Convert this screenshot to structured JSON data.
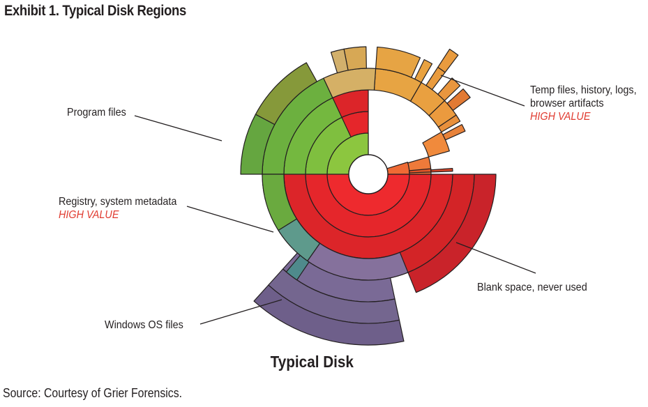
{
  "exhibit_title": "Exhibit 1. Typical Disk Regions",
  "chart_title": "Typical Disk",
  "source": "Source: Courtesy of Grier Forensics.",
  "labels": {
    "program_files": "Program files",
    "temp_line1": "Temp files, history, logs,",
    "temp_line2": "browser artifacts",
    "temp_value": "HIGH VALUE",
    "registry_line1": "Registry, system metadata",
    "registry_value": "HIGH VALUE",
    "blank_space": "Blank space, never used",
    "windows_os": "Windows OS files"
  },
  "colors": {
    "high_value": "#e03a2f",
    "program_files": "#6db33f",
    "program_files_dark": "#86993a",
    "registry": "#5e9a8c",
    "windows_os": "#7a6a9a",
    "blank_space": "#e2252b",
    "temp_files": "#e89a3c",
    "temp_light": "#d4b46a",
    "outline": "#231f20"
  },
  "chart_data": {
    "type": "sunburst",
    "segments": [
      {
        "region": "Blank space, never used",
        "depth": 1,
        "start_deg": 90,
        "end_deg": 360,
        "color": "#ee2a2e"
      },
      {
        "region": "Blank space, never used",
        "depth": 2,
        "start_deg": 90,
        "end_deg": 360,
        "color": "#e5262b"
      },
      {
        "region": "Blank space, never used",
        "depth": 3,
        "start_deg": 90,
        "end_deg": 360,
        "color": "#dc2529"
      },
      {
        "region": "Blank space, never used",
        "depth": 4,
        "start_deg": 90,
        "end_deg": 270,
        "color": "#d32427"
      },
      {
        "region": "Blank space, never used",
        "depth": 5,
        "start_deg": 90,
        "end_deg": 158,
        "color": "#c9232a"
      },
      {
        "region": "Temp files, history, logs, browser artifacts",
        "depth": 1,
        "start_deg": 73,
        "end_deg": 90,
        "color": "#ef6a34"
      },
      {
        "region": "Temp files, history, logs, browser artifacts",
        "depth": 2,
        "start_deg": 74,
        "end_deg": 90,
        "color": "#ee7a3a"
      },
      {
        "region": "Temp files, history, logs, browser artifacts",
        "depth": 2,
        "start_deg": 85,
        "end_deg": 88,
        "color": "#e15528"
      },
      {
        "region": "Temp files, history, logs, browser artifacts",
        "depth": 3,
        "start_deg": 86,
        "end_deg": 88,
        "color": "#d9472a"
      },
      {
        "region": "Temp files, history, logs, browser artifacts",
        "depth": 3,
        "start_deg": 60,
        "end_deg": 74,
        "color": "#f08a3c"
      },
      {
        "region": "Temp files, history, logs, browser artifacts",
        "depth": 4,
        "start_deg": 62,
        "end_deg": 66,
        "color": "#e8823a"
      },
      {
        "region": "Temp files, history, logs, browser artifacts",
        "depth": 4,
        "start_deg": 56,
        "end_deg": 60,
        "color": "#e8903c"
      },
      {
        "region": "Temp files, history, logs, browser artifacts",
        "depth": 4,
        "start_deg": 46,
        "end_deg": 56,
        "color": "#eb9a3e"
      },
      {
        "region": "Temp files, history, logs, browser artifacts",
        "depth": 4,
        "start_deg": 30,
        "end_deg": 46,
        "color": "#e9a040"
      },
      {
        "region": "Temp files, history, logs, browser artifacts",
        "depth": 4,
        "start_deg": 4,
        "end_deg": 30,
        "color": "#e7a443"
      },
      {
        "region": "Temp files, history, logs, browser artifacts",
        "depth": 5,
        "start_deg": 48,
        "end_deg": 53,
        "color": "#e27a34"
      },
      {
        "region": "Temp files, history, logs, browser artifacts",
        "depth": 5,
        "start_deg": 41,
        "end_deg": 46,
        "color": "#e9963e"
      },
      {
        "region": "Temp files, history, logs, browser artifacts",
        "depth": 5,
        "start_deg": 33,
        "end_deg": 37,
        "color": "#e99b3e"
      },
      {
        "region": "Temp files, history, logs, browser artifacts",
        "depth": 5,
        "start_deg": 26,
        "end_deg": 30,
        "color": "#e9a240"
      },
      {
        "region": "Temp files, history, logs, browser artifacts",
        "depth": 5,
        "start_deg": 4,
        "end_deg": 24,
        "color": "#e6a444"
      },
      {
        "region": "Temp files, history, logs, browser artifacts",
        "depth": 4,
        "start_deg": -25,
        "end_deg": 4,
        "color": "#d5b066"
      },
      {
        "region": "Temp files, history, logs, browser artifacts",
        "depth": 5,
        "start_deg": -11,
        "end_deg": -1,
        "color": "#d7a855"
      },
      {
        "region": "Temp files, history, logs, browser artifacts",
        "depth": 5,
        "start_deg": -17,
        "end_deg": -11,
        "color": "#d2b06c"
      },
      {
        "region": "Temp files, history, logs, browser artifacts",
        "depth": 6,
        "start_deg": 33,
        "end_deg": 37,
        "color": "#e99b3e"
      },
      {
        "region": "Program files",
        "depth": 1,
        "start_deg": 270,
        "end_deg": 360,
        "color": "#8cc63f"
      },
      {
        "region": "Program files",
        "depth": 2,
        "start_deg": 270,
        "end_deg": 335,
        "color": "#7fbf3f"
      },
      {
        "region": "Program files",
        "depth": 3,
        "start_deg": 270,
        "end_deg": 335,
        "color": "#74b83f"
      },
      {
        "region": "Program files",
        "depth": 4,
        "start_deg": 270,
        "end_deg": 335,
        "color": "#6cb03f"
      },
      {
        "region": "Program files",
        "depth": 5,
        "start_deg": 270,
        "end_deg": 298,
        "color": "#65a640"
      },
      {
        "region": "Program files",
        "depth": 5,
        "start_deg": 298,
        "end_deg": 331,
        "color": "#86993a"
      },
      {
        "region": "Registry, system metadata",
        "depth": 4,
        "start_deg": 238,
        "end_deg": 270,
        "color": "#6aaa3f"
      },
      {
        "region": "Registry, system metadata",
        "depth": 4,
        "start_deg": 215,
        "end_deg": 238,
        "color": "#5e9a8c"
      },
      {
        "region": "Windows OS files",
        "depth": 4,
        "start_deg": 158,
        "end_deg": 215,
        "color": "#85719c"
      },
      {
        "region": "Windows OS files",
        "depth": 5,
        "start_deg": 168,
        "end_deg": 222,
        "color": "#7a6a96"
      },
      {
        "region": "Windows OS files",
        "depth": 6,
        "start_deg": 168,
        "end_deg": 222,
        "color": "#74668f"
      },
      {
        "region": "Windows OS files",
        "depth": 7,
        "start_deg": 168,
        "end_deg": 222,
        "color": "#6e5f8a"
      },
      {
        "region": "Windows OS files",
        "depth": 5,
        "start_deg": 214,
        "end_deg": 220,
        "color": "#4f8a8c"
      }
    ]
  }
}
